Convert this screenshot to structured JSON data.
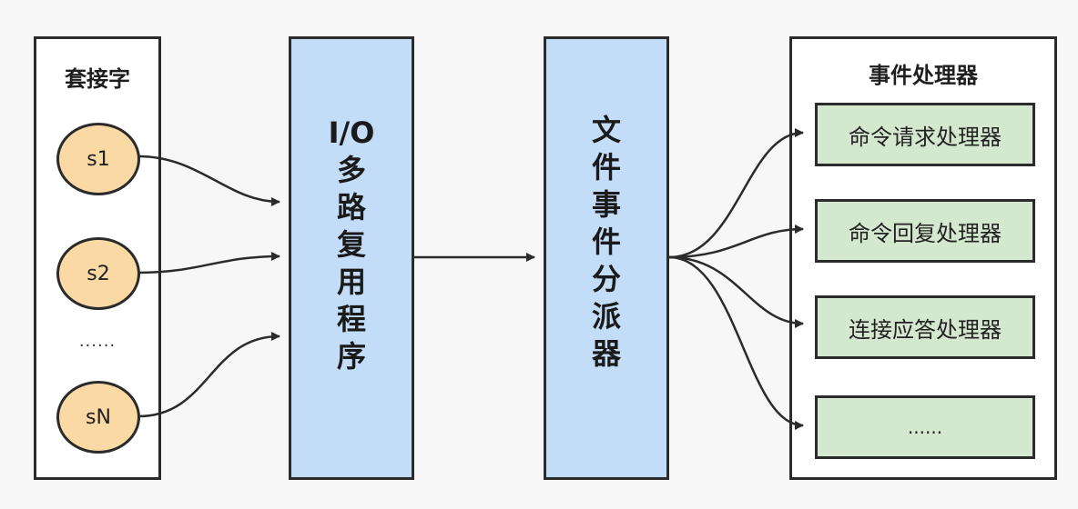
{
  "sockets": {
    "title": "套接字",
    "items": [
      "s1",
      "s2",
      "sN"
    ],
    "ellipsis": "......"
  },
  "io_multiplexer": {
    "label_lines": [
      "I/O",
      "多",
      "路",
      "复",
      "用",
      "程",
      "序"
    ]
  },
  "file_event_dispatcher": {
    "label_lines": [
      "文",
      "件",
      "事",
      "件",
      "分",
      "派",
      "器"
    ]
  },
  "event_handlers": {
    "title": "事件处理器",
    "items": [
      "命令请求处理器",
      "命令回复处理器",
      "连接应答处理器",
      "......"
    ]
  },
  "colors": {
    "socket_fill": "#fad9a5",
    "process_fill": "#c3dcf7",
    "handler_fill": "#d4e8cf",
    "stroke": "#2b2b2b"
  }
}
